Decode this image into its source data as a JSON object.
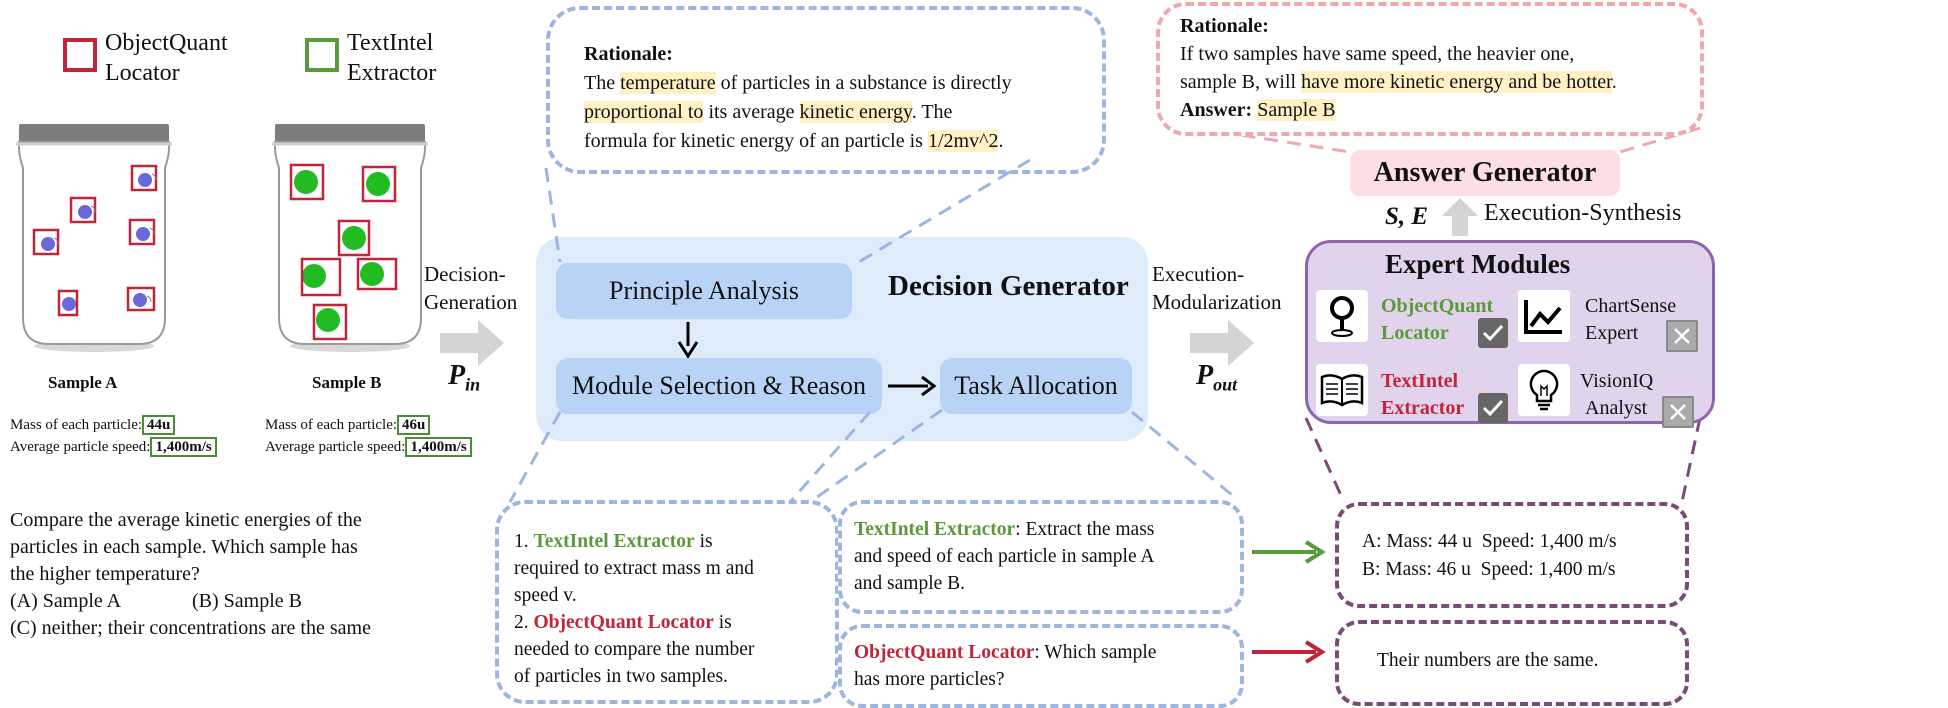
{
  "legend": {
    "objectquant": "ObjectQuant\nLocator",
    "objectquant_l1": "ObjectQuant",
    "objectquant_l2": "Locator",
    "textintel_l1": "TextIntel",
    "textintel_l2": "Extractor",
    "colors": {
      "objectquant": "#c0253a",
      "textintel": "#5a9a3a"
    }
  },
  "samples": {
    "a": {
      "label": "Sample A",
      "mass_label": "Mass of each particle:",
      "mass": "44u",
      "speed_label": "Average particle speed:",
      "speed": "1,400m/s"
    },
    "b": {
      "label": "Sample B",
      "mass_label": "Mass of each particle:",
      "mass": "46u",
      "speed_label": "Average particle speed:",
      "speed": "1,400m/s"
    }
  },
  "question": {
    "text": "Compare the average kinetic energies of the particles in each sample. Which sample has the higher temperature?",
    "line1": "Compare the average kinetic energies of the",
    "line2": "particles in each sample. Which sample has",
    "line3": "the higher temperature?",
    "opt_a": "(A) Sample A",
    "opt_b": "(B) Sample B",
    "opt_c": "(C) neither; their concentrations are the same"
  },
  "arrows": {
    "decision_l1": "Decision-",
    "decision_l2": "Generation",
    "p_in": "P",
    "p_in_sub": "in",
    "execution_l1": "Execution-",
    "execution_l2": "Modularization",
    "p_out": "P",
    "p_out_sub": "out",
    "se": "S, E",
    "synthesis": "Execution-Synthesis"
  },
  "rationale_top": {
    "heading": "Rationale:",
    "t1": "The ",
    "h1": "temperature",
    "t2": " of particles in a substance is directly",
    "h2": "proportional to",
    "t3": " its average ",
    "h3": "kinetic energy",
    "t4": ". The",
    "t5": "formula for kinetic energy of an particle is ",
    "h4": "1/2mv^2",
    "t6": "."
  },
  "decision_generator": {
    "title": "Decision Generator",
    "principle": "Principle Analysis",
    "module": "Module Selection & Reason",
    "task": "Task Allocation"
  },
  "reason_box": {
    "n1": "1. ",
    "m1": "TextIntel Extractor",
    "t1a": " is",
    "t1b": "required to extract mass m and",
    "t1c": "speed v.",
    "n2": "2. ",
    "m2": "ObjectQuant Locator",
    "t2a": " is",
    "t2b": "needed to compare the number",
    "t2c": "of particles in two samples."
  },
  "task_boxes": {
    "t1_module": "TextIntel Extractor",
    "t1_text_a": ": Extract the mass",
    "t1_text_b": "and speed of each particle in sample A",
    "t1_text_c": "and sample B.",
    "t2_module": "ObjectQuant Locator",
    "t2_text_a": ":  Which sample",
    "t2_text_b": "has more particles?"
  },
  "results": {
    "r1_a": "A: Mass: 44 u  Speed: 1,400 m/s",
    "r1_b": "B: Mass: 46 u  Speed: 1,400 m/s",
    "r2": "Their numbers are the same."
  },
  "rationale_answer": {
    "heading": "Rationale:",
    "l1": "If two samples have same speed, the heavier one,",
    "l2a": "sample B, will ",
    "l2h": "have more kinetic energy and be hotter",
    "l2b": ".",
    "answer_label": "Answer:",
    "answer": "Sample B"
  },
  "answer_generator": {
    "title": "Answer Generator"
  },
  "expert_modules": {
    "title": "Expert Modules",
    "objectquant_l1": "ObjectQuant",
    "objectquant_l2": "Locator",
    "chartsense_l1": "ChartSense",
    "chartsense_l2": "Expert",
    "textintel_l1": "TextIntel",
    "textintel_l2": "Extractor",
    "visioniq_l1": "VisionIQ",
    "visioniq_l2": "Analyst",
    "icons": [
      "locator-pin-icon",
      "line-chart-icon",
      "open-book-icon",
      "lightbulb-icon"
    ],
    "selected": [
      "ObjectQuant Locator",
      "TextIntel Extractor"
    ],
    "colors": {
      "panel": "#e2d3ec",
      "border": "#8e65ad",
      "selected_check": "#666666",
      "unselected_x": "#aaaaaa"
    }
  }
}
